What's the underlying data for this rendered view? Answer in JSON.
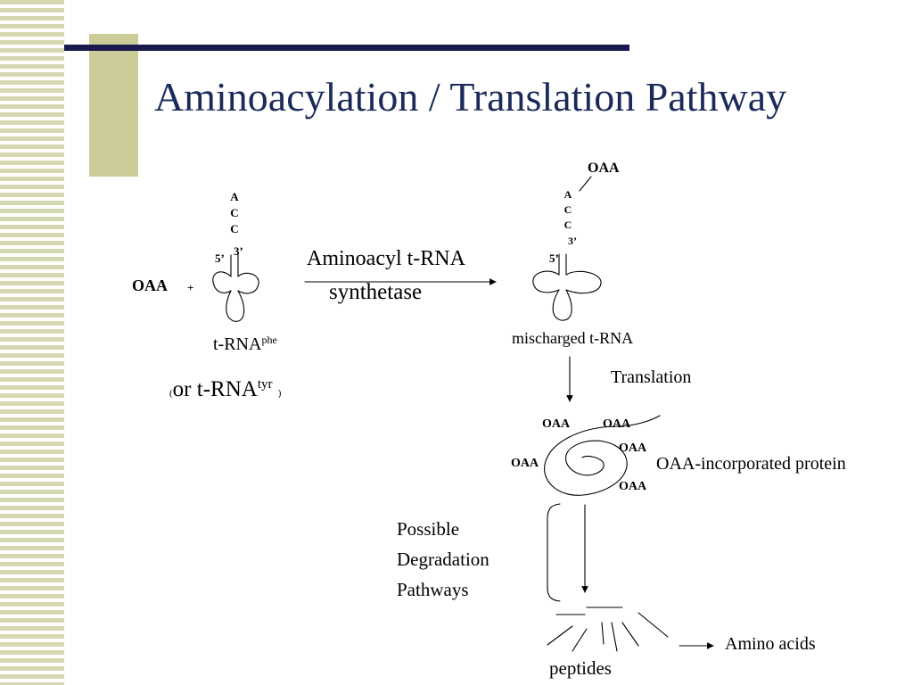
{
  "slide": {
    "title": "Aminoacylation / Translation Pathway"
  },
  "left_trna": {
    "anticodon_letters": [
      "A",
      "C",
      "C"
    ],
    "three_prime": "3’",
    "five_prime": "5’",
    "oaa": "OAA",
    "plus": "+",
    "name": "t-RNA",
    "name_sup": "phe",
    "alt_open": "(",
    "alt_name": "or t-RNA",
    "alt_sup": "tyr",
    "alt_close": ")"
  },
  "enzyme": {
    "line1": "Aminoacyl t-RNA",
    "line2": "synthetase"
  },
  "right_trna": {
    "oaa": "OAA",
    "anticodon_letters": [
      "A",
      "C",
      "C"
    ],
    "three_prime": "3’",
    "five_prime": "5’",
    "label": "mischarged t-RNA"
  },
  "translation": {
    "label": "Translation"
  },
  "protein": {
    "oaa_labels": [
      "OAA",
      "OAA",
      "OAA",
      "OAA",
      "OAA"
    ],
    "label": "OAA-incorporated protein"
  },
  "degradation": {
    "lines": [
      "Possible",
      "Degradation",
      "Pathways"
    ]
  },
  "products": {
    "peptides": "peptides",
    "amino_acids": "Amino acids"
  }
}
